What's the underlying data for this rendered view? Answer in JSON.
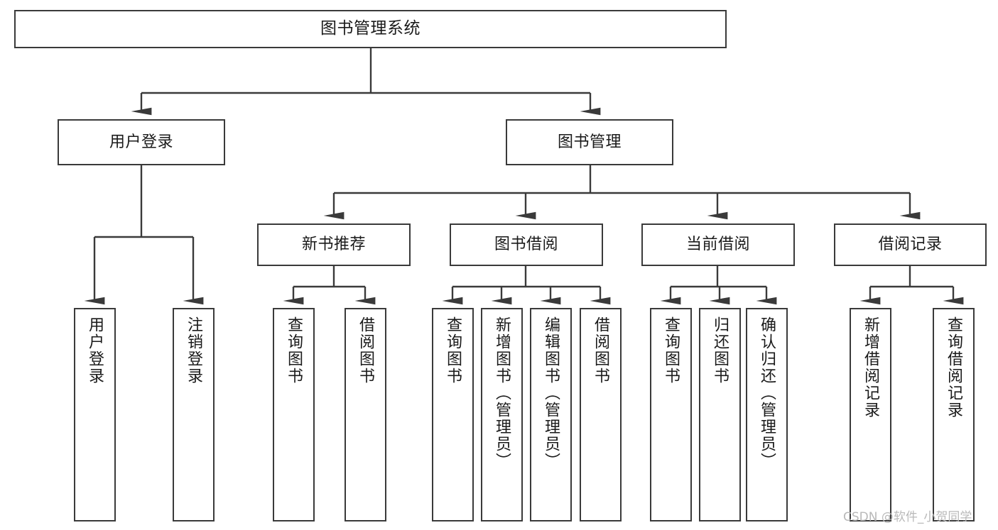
{
  "diagram": {
    "type": "tree",
    "title": "图书管理系统",
    "root": {
      "id": "root",
      "label": "图书管理系统"
    },
    "level2": [
      {
        "id": "user-login",
        "label": "用户登录"
      },
      {
        "id": "book-manage",
        "label": "图书管理"
      }
    ],
    "level3": [
      {
        "id": "new-book-recommend",
        "label": "新书推荐",
        "parent": "book-manage"
      },
      {
        "id": "book-borrow",
        "label": "图书借阅",
        "parent": "book-manage"
      },
      {
        "id": "current-borrow",
        "label": "当前借阅",
        "parent": "book-manage"
      },
      {
        "id": "borrow-record",
        "label": "借阅记录",
        "parent": "book-manage"
      }
    ],
    "leaves": [
      {
        "id": "leaf-user-login",
        "label": "用户登录",
        "parent": "user-login"
      },
      {
        "id": "leaf-user-logout",
        "label": "注销登录",
        "parent": "user-login"
      },
      {
        "id": "leaf-query-book-1",
        "label": "查询图书",
        "parent": "new-book-recommend"
      },
      {
        "id": "leaf-borrow-book-1",
        "label": "借阅图书",
        "parent": "new-book-recommend"
      },
      {
        "id": "leaf-query-book-2",
        "label": "查询图书",
        "parent": "book-borrow"
      },
      {
        "id": "leaf-add-book",
        "label": "新增图书（管理员）",
        "parent": "book-borrow"
      },
      {
        "id": "leaf-edit-book",
        "label": "编辑图书（管理员）",
        "parent": "book-borrow"
      },
      {
        "id": "leaf-borrow-book-2",
        "label": "借阅图书",
        "parent": "book-borrow"
      },
      {
        "id": "leaf-query-book-3",
        "label": "查询图书",
        "parent": "current-borrow"
      },
      {
        "id": "leaf-return-book",
        "label": "归还图书",
        "parent": "current-borrow"
      },
      {
        "id": "leaf-confirm-return",
        "label": "确认归还（管理员）",
        "parent": "current-borrow"
      },
      {
        "id": "leaf-add-record",
        "label": "新增借阅记录",
        "parent": "borrow-record"
      },
      {
        "id": "leaf-query-record",
        "label": "查询借阅记录",
        "parent": "borrow-record"
      }
    ],
    "colors": {
      "box_border": "#3a3a3a",
      "box_fill": "#ffffff",
      "connector": "#3a3a3a",
      "text": "#1a1a1a",
      "watermark": "#b9b9b9",
      "background": "#ffffff"
    }
  },
  "watermark": {
    "text": "CSDN @软件_小贺同学"
  }
}
